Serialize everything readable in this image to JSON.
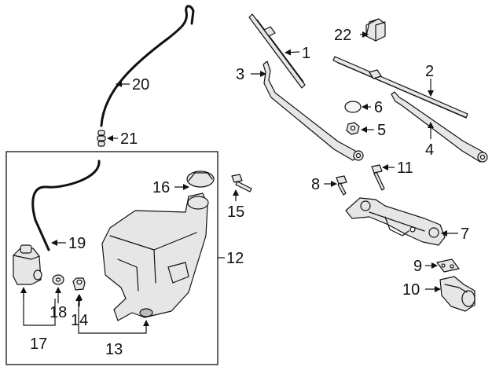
{
  "colors": {
    "background": "#ffffff",
    "line": "#111111",
    "part_fill": "#e6e6e6",
    "part_fill_dark": "#bdbdbd"
  },
  "callouts": {
    "c1": "1",
    "c2": "2",
    "c3": "3",
    "c4": "4",
    "c5": "5",
    "c6": "6",
    "c7": "7",
    "c8": "8",
    "c9": "9",
    "c10": "10",
    "c11": "11",
    "c12": "12",
    "c13": "13",
    "c14": "14",
    "c15": "15",
    "c16": "16",
    "c17": "17",
    "c18": "18",
    "c19": "19",
    "c20": "20",
    "c21": "21",
    "c22": "22"
  }
}
